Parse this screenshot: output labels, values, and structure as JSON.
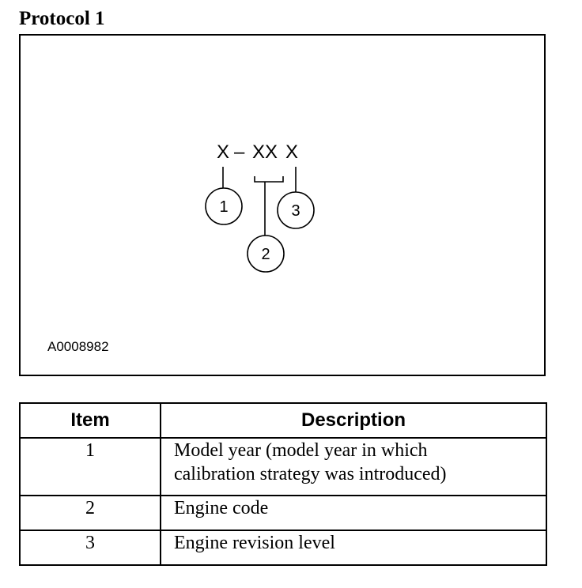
{
  "title": "Protocol 1",
  "figure": {
    "code": {
      "part1": "X",
      "dash": "–",
      "part2": "XX",
      "part3": "X"
    },
    "callouts": [
      "1",
      "2",
      "3"
    ],
    "figure_id": "A0008982"
  },
  "table": {
    "headers": {
      "item": "Item",
      "description": "Description"
    },
    "rows": [
      {
        "item": "1",
        "description_lines": [
          "Model year (model year in which",
          "calibration strategy was introduced)"
        ]
      },
      {
        "item": "2",
        "description_lines": [
          "Engine code"
        ]
      },
      {
        "item": "3",
        "description_lines": [
          "Engine revision level"
        ]
      }
    ]
  }
}
